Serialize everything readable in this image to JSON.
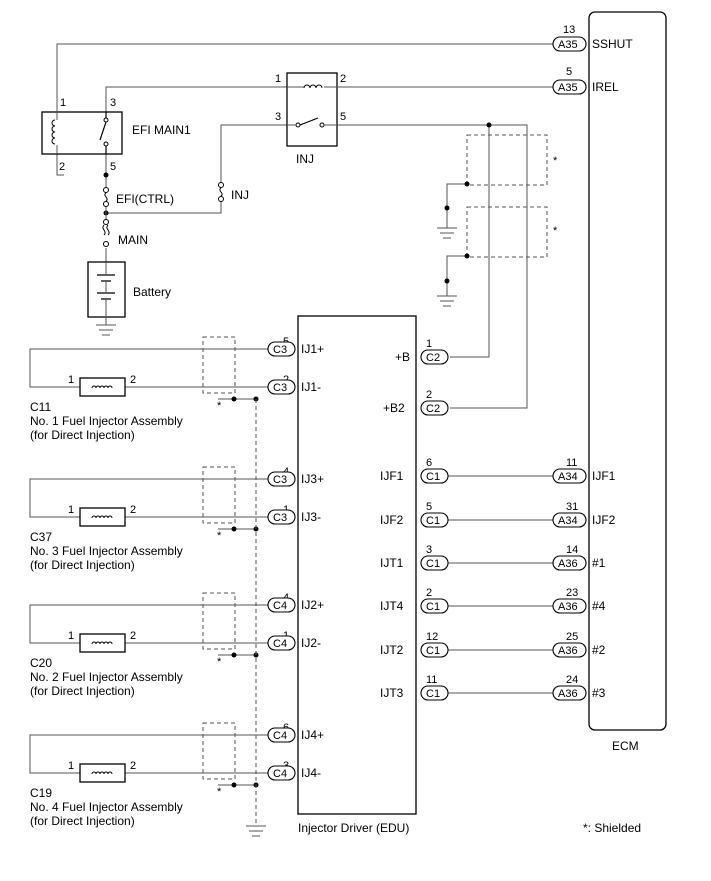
{
  "ecm": {
    "label": "ECM",
    "pins": [
      {
        "pin": "13",
        "conn": "A35",
        "name": "SSHUT"
      },
      {
        "pin": "5",
        "conn": "A35",
        "name": "IREL"
      },
      {
        "pin": "11",
        "conn": "A34",
        "name": "IJF1"
      },
      {
        "pin": "31",
        "conn": "A34",
        "name": "IJF2"
      },
      {
        "pin": "14",
        "conn": "A36",
        "name": "#1"
      },
      {
        "pin": "23",
        "conn": "A36",
        "name": "#4"
      },
      {
        "pin": "25",
        "conn": "A36",
        "name": "#2"
      },
      {
        "pin": "24",
        "conn": "A36",
        "name": "#3"
      }
    ]
  },
  "relays": {
    "efi_main1": {
      "label": "EFI MAIN1",
      "pins": [
        "1",
        "3",
        "2",
        "5"
      ]
    },
    "inj": {
      "label": "INJ",
      "pins": [
        "1",
        "2",
        "3",
        "5"
      ]
    }
  },
  "fuses": {
    "efi_ctrl": "EFI(CTRL)",
    "inj": "INJ",
    "main": "MAIN"
  },
  "battery": {
    "label": "Battery"
  },
  "edu": {
    "label": "Injector Driver (EDU)",
    "power_pins": [
      {
        "pin": "1",
        "conn": "C2",
        "name": "+B"
      },
      {
        "pin": "2",
        "conn": "C2",
        "name": "+B2"
      }
    ],
    "signal_pins": [
      {
        "pin": "6",
        "conn": "C1",
        "name": "IJF1"
      },
      {
        "pin": "5",
        "conn": "C1",
        "name": "IJF2"
      },
      {
        "pin": "3",
        "conn": "C1",
        "name": "IJT1"
      },
      {
        "pin": "2",
        "conn": "C1",
        "name": "IJT4"
      },
      {
        "pin": "12",
        "conn": "C1",
        "name": "IJT2"
      },
      {
        "pin": "11",
        "conn": "C1",
        "name": "IJT3"
      }
    ]
  },
  "injectors": [
    {
      "code": "C11",
      "name": "No. 1 Fuel Injector Assembly",
      "sub": "(for Direct Injection)",
      "pin_left": "1",
      "pin_right": "2",
      "plus": {
        "pin": "5",
        "conn": "C3",
        "name": "IJ1+"
      },
      "minus": {
        "pin": "2",
        "conn": "C3",
        "name": "IJ1-"
      }
    },
    {
      "code": "C37",
      "name": "No. 3 Fuel Injector Assembly",
      "sub": "(for Direct Injection)",
      "pin_left": "1",
      "pin_right": "2",
      "plus": {
        "pin": "4",
        "conn": "C3",
        "name": "IJ3+"
      },
      "minus": {
        "pin": "1",
        "conn": "C3",
        "name": "IJ3-"
      }
    },
    {
      "code": "C20",
      "name": "No. 2 Fuel Injector Assembly",
      "sub": "(for Direct Injection)",
      "pin_left": "1",
      "pin_right": "2",
      "plus": {
        "pin": "4",
        "conn": "C4",
        "name": "IJ2+"
      },
      "minus": {
        "pin": "1",
        "conn": "C4",
        "name": "IJ2-"
      }
    },
    {
      "code": "C19",
      "name": "No. 4 Fuel Injector Assembly",
      "sub": "(for Direct Injection)",
      "pin_left": "1",
      "pin_right": "2",
      "plus": {
        "pin": "6",
        "conn": "C4",
        "name": "IJ4+"
      },
      "minus": {
        "pin": "3",
        "conn": "C4",
        "name": "IJ4-"
      }
    }
  ],
  "shield_mark": "*",
  "shield_note": "*: Shielded"
}
